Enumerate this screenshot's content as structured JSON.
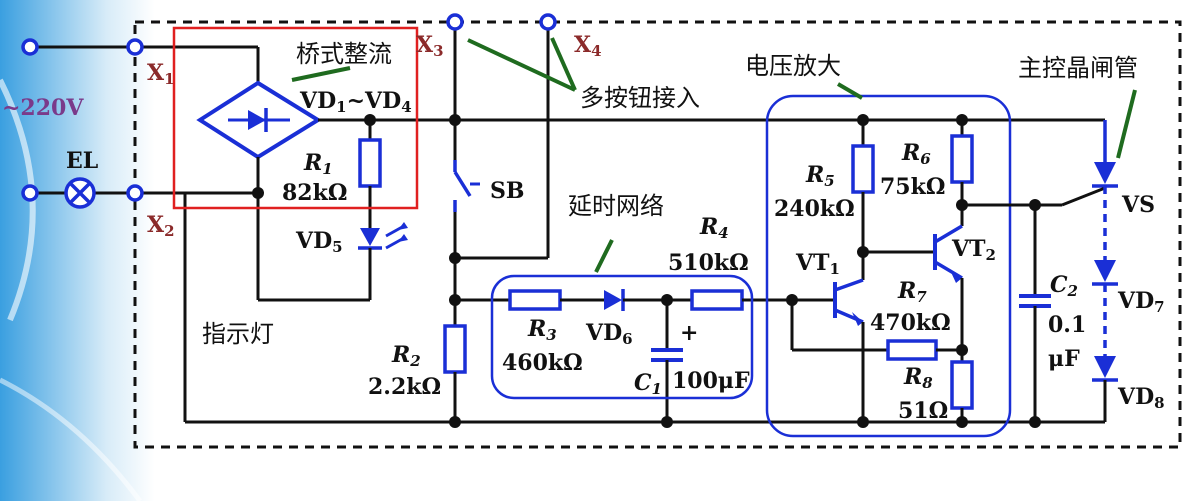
{
  "labels": {
    "bridge_title": "桥式整流",
    "multi_button": "多按钮接入",
    "voltage_amp": "电压放大",
    "main_scr": "主控晶闸管",
    "delay_net": "延时网络",
    "indicator": "指示灯",
    "mains": "~220V",
    "lamp": "EL",
    "x1": "X",
    "x1_sub": "1",
    "x2": "X",
    "x2_sub": "2",
    "x3": "X",
    "x3_sub": "3",
    "x4": "X",
    "x4_sub": "4",
    "vd14_a": "VD",
    "vd14_b": "1",
    "vd14_c": "~VD",
    "vd14_d": "4",
    "r1": "R",
    "r1_sub": "1",
    "r1_val": "82kΩ",
    "vd5": "VD",
    "vd5_sub": "5",
    "sb": "SB",
    "r2": "R",
    "r2_sub": "2",
    "r2_val": "2.2kΩ",
    "r3": "R",
    "r3_sub": "3",
    "r3_val": "460kΩ",
    "vd6": "VD",
    "vd6_sub": "6",
    "c1": "C",
    "c1_sub": "1",
    "c1_val": "100μF",
    "c1_plus": "+",
    "r4": "R",
    "r4_sub": "4",
    "r4_val": "510kΩ",
    "r5": "R",
    "r5_sub": "5",
    "r5_val": "240kΩ",
    "r6": "R",
    "r6_sub": "6",
    "r6_val": "75kΩ",
    "vt1": "VT",
    "vt1_sub": "1",
    "vt2": "VT",
    "vt2_sub": "2",
    "r7": "R",
    "r7_sub": "7",
    "r7_val": "470kΩ",
    "r8": "R",
    "r8_sub": "8",
    "r8_val": "51Ω",
    "c2": "C",
    "c2_sub": "2",
    "c2_val1": "0.1",
    "c2_val2": "μF",
    "vs": "VS",
    "vd7": "VD",
    "vd7_sub": "7",
    "vd8": "VD",
    "vd8_sub": "8"
  },
  "colors": {
    "wire": "#111111",
    "component_blue": "#1a2fd6",
    "highlight_box": "#e02020",
    "callout_green": "#1f6b1f",
    "terminal_label": "#8b2a2a",
    "background_accent": "#2a8fd0"
  }
}
